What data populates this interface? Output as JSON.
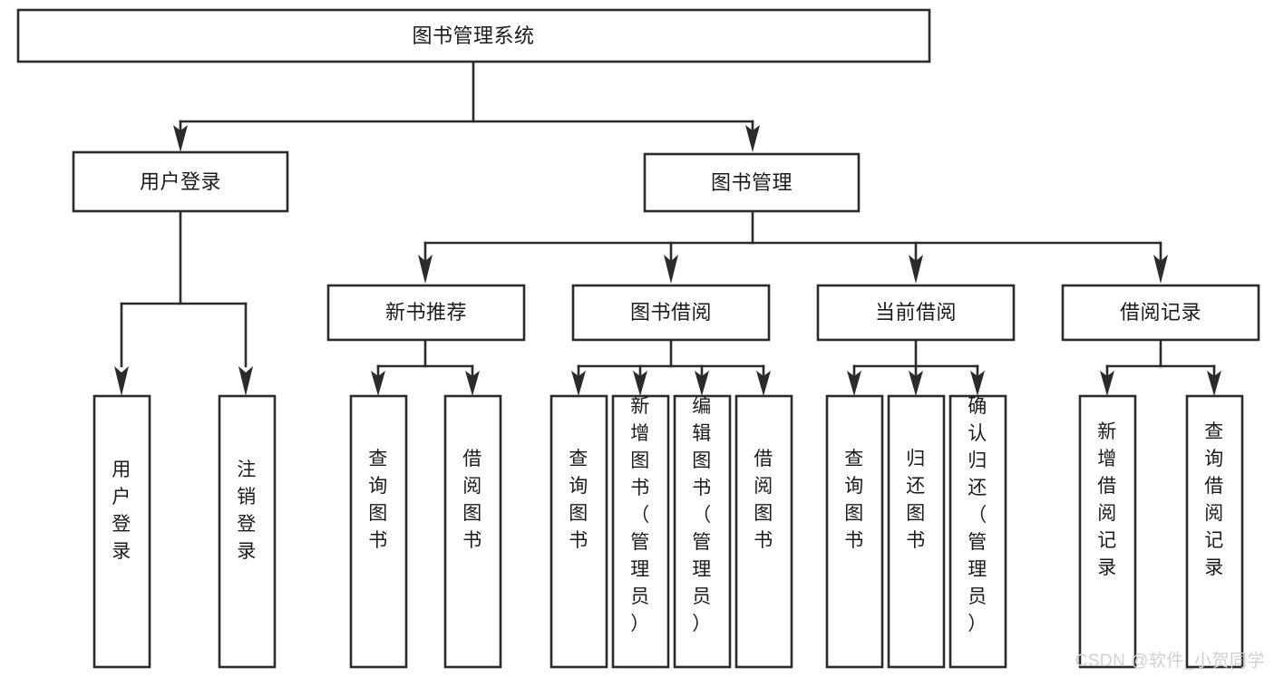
{
  "diagram": {
    "type": "tree",
    "title": "图书管理系统",
    "orientation": "top-down",
    "colors": {
      "box_fill": "#ffffff",
      "box_stroke": "#2b2b2b",
      "text": "#1b1b1b",
      "watermark": "#d0d0d0",
      "background": "#ffffff"
    },
    "root": {
      "label": "图书管理系统"
    },
    "level2": [
      {
        "label": "用户登录"
      },
      {
        "label": "图书管理"
      }
    ],
    "level3": [
      {
        "label": "新书推荐"
      },
      {
        "label": "图书借阅"
      },
      {
        "label": "当前借阅"
      },
      {
        "label": "借阅记录"
      }
    ],
    "leaves": {
      "user_login": [
        {
          "label": "用户登录"
        },
        {
          "label": "注销登录"
        }
      ],
      "new_book_recommend": [
        {
          "label": "查询图书"
        },
        {
          "label": "借阅图书"
        }
      ],
      "book_borrow": [
        {
          "label": "查询图书"
        },
        {
          "label": "新增图书（管理员）"
        },
        {
          "label": "编辑图书（管理员）"
        },
        {
          "label": "借阅图书"
        }
      ],
      "current_borrow": [
        {
          "label": "查询图书"
        },
        {
          "label": "归还图书"
        },
        {
          "label": "确认归还（管理员）"
        }
      ],
      "borrow_record": [
        {
          "label": "新增借阅记录"
        },
        {
          "label": "查询借阅记录"
        }
      ]
    }
  },
  "watermark": {
    "text": "CSDN @软件_小贺同学"
  }
}
